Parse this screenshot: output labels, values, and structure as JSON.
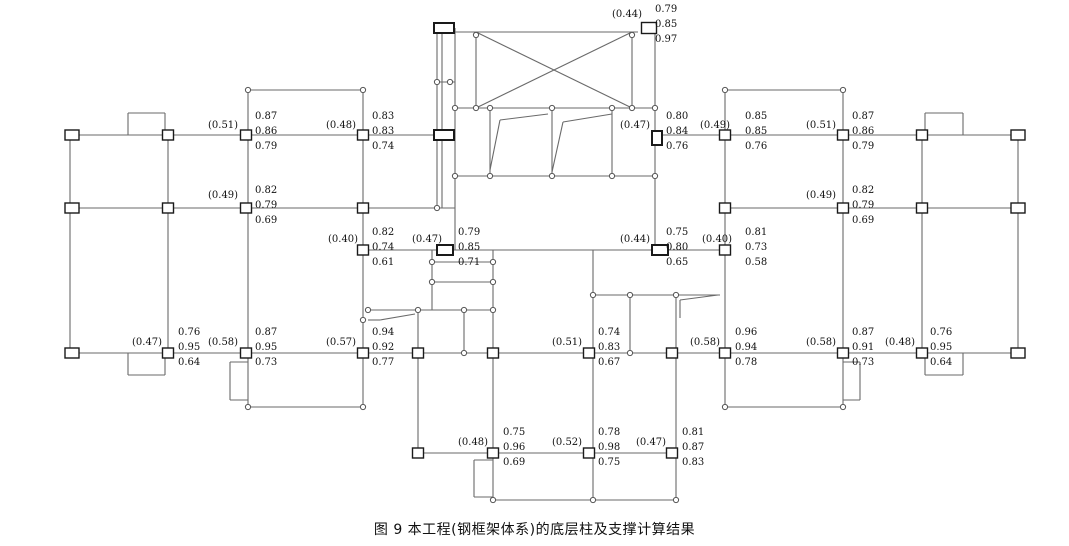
{
  "caption": "图 9   本工程(钢框架体系)的底层柱及支撑计算结果",
  "column_ratios": [
    {
      "id": "c01",
      "brace": "(0.44)",
      "values": [
        "0.79",
        "0.85",
        "0.97"
      ]
    },
    {
      "id": "c02",
      "brace": "(0.51)",
      "values": [
        "0.87",
        "0.86",
        "0.79"
      ]
    },
    {
      "id": "c03",
      "brace": "(0.48)",
      "values": [
        "0.83",
        "0.83",
        "0.74"
      ]
    },
    {
      "id": "c04",
      "brace": "(0.47)",
      "values": [
        "0.80",
        "0.84",
        "0.76"
      ]
    },
    {
      "id": "c05",
      "brace": "(0.49)",
      "values": [
        "0.85",
        "0.85",
        "0.76"
      ]
    },
    {
      "id": "c06",
      "brace": "(0.51)",
      "values": [
        "0.87",
        "0.86",
        "0.79"
      ]
    },
    {
      "id": "c07",
      "brace": "(0.49)",
      "values": [
        "0.82",
        "0.79",
        "0.69"
      ]
    },
    {
      "id": "c08",
      "brace": "(0.49)",
      "values": [
        "0.82",
        "0.79",
        "0.69"
      ]
    },
    {
      "id": "c09",
      "brace": "(0.40)",
      "values": [
        "0.82",
        "0.74",
        "0.61"
      ]
    },
    {
      "id": "c10",
      "brace": "(0.47)",
      "values": [
        "0.79",
        "0.85",
        "0.71"
      ]
    },
    {
      "id": "c11",
      "brace": "(0.44)",
      "values": [
        "0.75",
        "0.80",
        "0.65"
      ]
    },
    {
      "id": "c12",
      "brace": "(0.40)",
      "values": [
        "0.81",
        "0.73",
        "0.58"
      ]
    },
    {
      "id": "c13",
      "brace": "(0.47)",
      "values": [
        "0.76",
        "0.95",
        "0.64"
      ]
    },
    {
      "id": "c14",
      "brace": "(0.58)",
      "values": [
        "0.87",
        "0.95",
        "0.73"
      ]
    },
    {
      "id": "c15",
      "brace": "(0.57)",
      "values": [
        "0.94",
        "0.92",
        "0.77"
      ]
    },
    {
      "id": "c16",
      "brace": "(0.51)",
      "values": [
        "0.74",
        "0.83",
        "0.67"
      ]
    },
    {
      "id": "c17",
      "brace": "(0.58)",
      "values": [
        "0.96",
        "0.94",
        "0.78"
      ]
    },
    {
      "id": "c18",
      "brace": "(0.58)",
      "values": [
        "0.87",
        "0.91",
        "0.73"
      ]
    },
    {
      "id": "c19",
      "brace": "(0.48)",
      "values": [
        "0.76",
        "0.95",
        "0.64"
      ]
    },
    {
      "id": "c20",
      "brace": "(0.48)",
      "values": [
        "0.75",
        "0.96",
        "0.69"
      ]
    },
    {
      "id": "c21",
      "brace": "(0.52)",
      "values": [
        "0.78",
        "0.98",
        "0.75"
      ]
    },
    {
      "id": "c22",
      "brace": "(0.47)",
      "values": [
        "0.81",
        "0.87",
        "0.83"
      ]
    }
  ]
}
